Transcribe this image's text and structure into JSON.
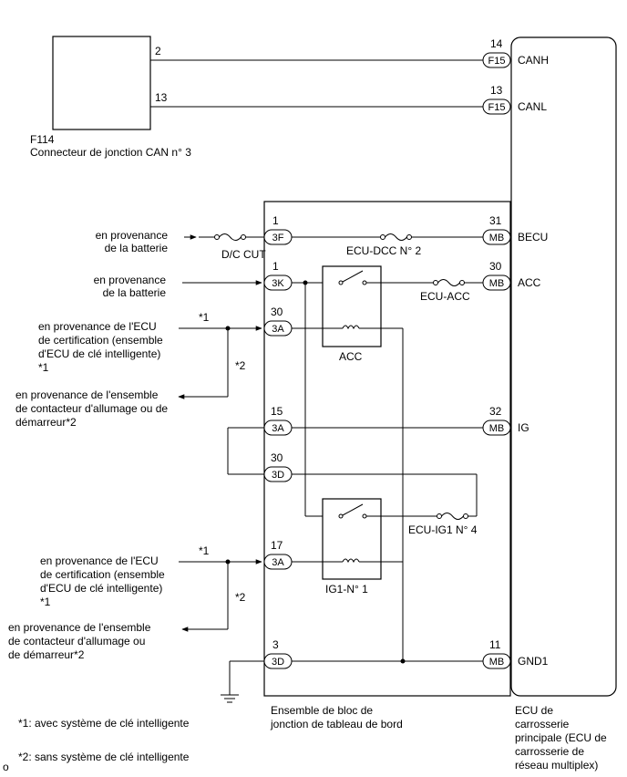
{
  "can": {
    "connector_id": "F114",
    "connector_name": "Connecteur de jonction CAN n° 3",
    "canh_wire": "2",
    "canl_wire": "13",
    "canh_pin": "14",
    "canl_pin": "13",
    "canh_conn": "F15",
    "canl_conn": "F15",
    "canh_label": "CANH",
    "canl_label": "CANL"
  },
  "junction": {
    "name_line1": "Ensemble de bloc de",
    "name_line2": "jonction de tableau de bord"
  },
  "ecu": {
    "line1": "ECU de",
    "line2": "carrosserie",
    "line3": "principale (ECU de",
    "line4": "carrosserie de",
    "line5": "réseau multiplex)"
  },
  "sources": {
    "battery_line1": "en provenance",
    "battery_line2": "de la batterie",
    "ecu_cert_line1": "en provenance de l'ECU",
    "ecu_cert_line2": "de certification (ensemble",
    "ecu_cert_line3": "d'ECU de clé intelligente)",
    "ecu_cert_line4": "*1",
    "ign_a_line1": "en provenance de l'ensemble",
    "ign_a_line2": "de contacteur d'allumage ou de",
    "ign_a_line3": "démarreur*2",
    "ign_b_line1": "en provenance de l'ensemble",
    "ign_b_line2": "de contacteur d'allumage ou",
    "ign_b_line3": "de démarreur*2",
    "mark1": "*1",
    "mark2": "*2"
  },
  "pins": {
    "p1a": "1",
    "c3f": "3F",
    "p1b": "1",
    "c3k": "3K",
    "p30a": "30",
    "c3a_1": "3A",
    "p15": "15",
    "c3a_2": "3A",
    "p30b": "30",
    "c3d_1": "3D",
    "p17": "17",
    "c3a_3": "3A",
    "p3": "3",
    "c3d_2": "3D",
    "p31": "31",
    "mb1": "MB",
    "p30c": "30",
    "mb2": "MB",
    "p32": "32",
    "mb3": "MB",
    "p11": "11",
    "mb4": "MB"
  },
  "signals": {
    "becu": "BECU",
    "acc": "ACC",
    "ig": "IG",
    "gnd1": "GND1"
  },
  "fuses": {
    "dc_cut": "D/C CUT",
    "ecu_dcc": "ECU-DCC N° 2",
    "ecu_acc": "ECU-ACC",
    "ecu_ig1": "ECU-IG1 N° 4"
  },
  "relays": {
    "acc": "ACC",
    "ig1": "IG1-N° 1"
  },
  "notes": {
    "note1": "*1: avec système de clé intelligente",
    "note2": "*2: sans système de clé intelligente",
    "corner": "o"
  }
}
